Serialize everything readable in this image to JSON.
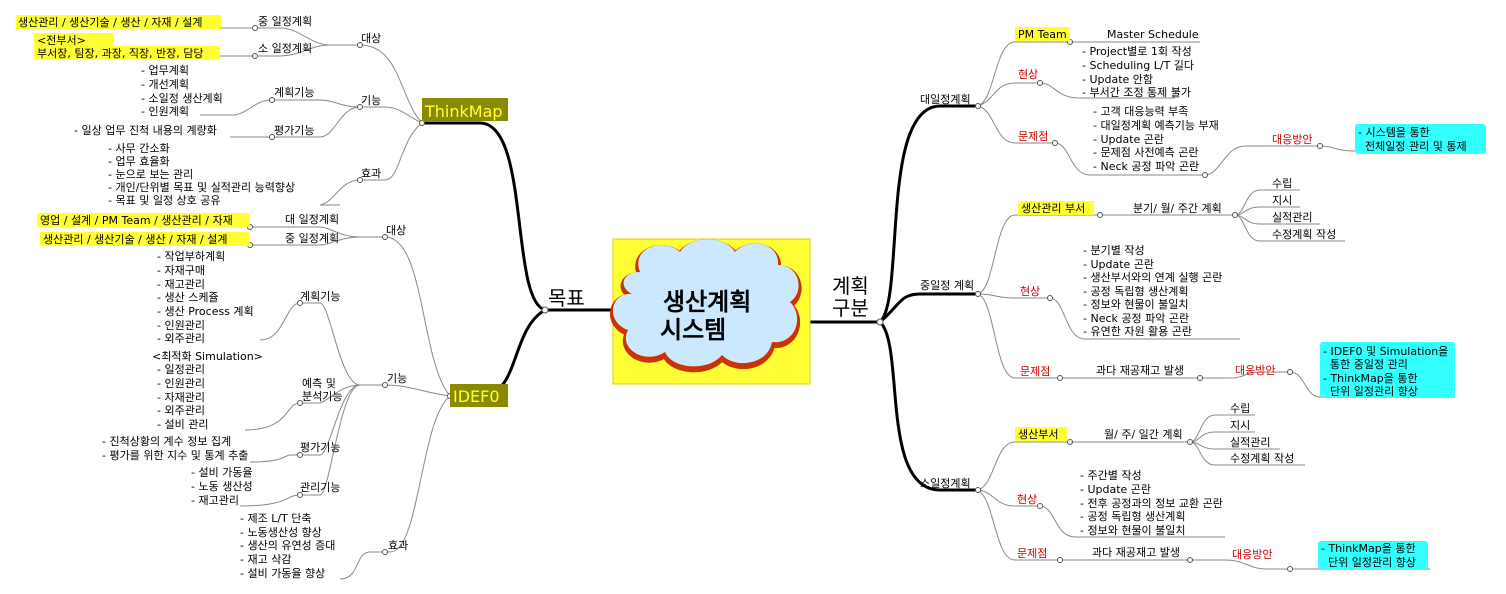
{
  "center": {
    "line1": "생산계획",
    "line2": "시스템"
  },
  "left": {
    "label": "목표",
    "thinkmap": {
      "title": "ThinkMap",
      "target": {
        "label": "대상",
        "mid": {
          "name": "중 일정계획",
          "text": "생산관리 / 생산기술 / 생산 / 자재 / 설계"
        },
        "small": {
          "name": "소 일정계획",
          "text1": "<전부서>",
          "text2": "부서장, 팀장, 과장, 직장, 반장, 담당"
        }
      },
      "function": {
        "label": "기능",
        "plan": {
          "name": "계획기능",
          "items": [
            "- 업무계획",
            "- 개선계획",
            "- 소일정 생산계획",
            "- 인원계획"
          ]
        },
        "eval": {
          "name": "평가기능",
          "text": "- 일상 업무 진척 내용의 계량화"
        }
      },
      "effect": {
        "label": "효과",
        "items": [
          "- 사무 간소화",
          "- 업무 효율화",
          "- 눈으로 보는 관리",
          "- 개인/단위별 목표 및 실적관리  능력향상",
          "- 목표 및 일정 상호 공유"
        ]
      }
    },
    "idef0": {
      "title": "IDEF0",
      "target": {
        "label": "대상",
        "big": {
          "name": "대 일정계획",
          "text": "영업 / 설계 / PM Team / 생산관리 / 자재"
        },
        "mid": {
          "name": "중 일정계획",
          "text": "생산관리 / 생산기술 / 생산 / 자재 / 설계"
        }
      },
      "function": {
        "label": "기능",
        "plan": {
          "name": "계획기능",
          "items": [
            "- 작업부하계획",
            "- 자재구매",
            "- 재고관리",
            "- 생산 스케쥴",
            "- 생산 Process 계획",
            "- 인원관리",
            "- 외주관리"
          ]
        },
        "predict": {
          "name1": "예측 및",
          "name2": "분석기능",
          "header": "<최적화 Simulation>",
          "items": [
            "- 일정관리",
            "- 인원관리",
            "- 자재관리",
            "- 외주관리",
            "- 설비 관리"
          ]
        },
        "eval": {
          "name": "평가기능",
          "items": [
            "- 진척상황의 계수 정보 집계",
            "- 평가를 위한 지수 및 통계 추출"
          ]
        },
        "manage": {
          "name": "관리기능",
          "items": [
            "- 설비 가동율",
            "- 노동 생산성",
            "- 재고관리"
          ]
        }
      },
      "effect": {
        "label": "효과",
        "items": [
          "- 제조 L/T 단축",
          "- 노동생산성 향상",
          "- 생산의 유연성 증대",
          "- 재고 삭감",
          "- 설비 가동율 향상"
        ]
      }
    }
  },
  "right": {
    "label1": "계획",
    "label2": "구분",
    "big": {
      "name": "대일정계획",
      "pm": {
        "label": "PM Team",
        "text": "Master Schedule"
      },
      "status": {
        "label": "현상",
        "items": [
          "- Project별로 1회 작성",
          "- Scheduling L/T 길다",
          "- Update 안함",
          "- 부서간 조정 통제 불가"
        ]
      },
      "problem": {
        "label": "문제점",
        "items": [
          "- 고객 대응능력 부족",
          "- 대일정계획 예측기능 부재",
          "- Update 곤란",
          "- 문제점 사전예측 곤란",
          "- Neck 공정 파악 곤란"
        ]
      },
      "response": {
        "label": "대응방안",
        "text1": "- 시스템을 통한",
        "text2": "  전체일정 관리 및 통제"
      }
    },
    "mid": {
      "name": "중일정 계획",
      "dept": {
        "label": "생산관리 부서",
        "text": "분기/ 월/ 주간 계획",
        "leaves": [
          "수립",
          "지시",
          "실적관리",
          "수정계획 작성"
        ]
      },
      "status": {
        "label": "현상",
        "items": [
          "- 분기별 작성",
          "- Update 곤란",
          "- 생산부서와의 연계 실행 곤란",
          "- 공정 독립형 생산계획",
          "- 정보와 현물이 불일치",
          "- Neck 공정 파악 곤란",
          "- 유연한 자원 활용 곤란"
        ]
      },
      "problem": {
        "label": "문제점",
        "text": "과다 재공재고 발생"
      },
      "response": {
        "label": "대응방안",
        "items": [
          "- IDEF0 및 Simulation을",
          "  통한 중일정 관리",
          "- ThinkMap을 통한",
          "  단위 일정관리 향상"
        ]
      }
    },
    "small": {
      "name": "소일정계획",
      "dept": {
        "label": "생산부서",
        "text": "월/ 주/ 일간 계획",
        "leaves": [
          "수립",
          "지시",
          "실적관리",
          "수정계획 작성"
        ]
      },
      "status": {
        "label": "현상",
        "items": [
          "- 주간별 작성",
          "- Update 곤란",
          "- 전후 공정과의 정보 교환 곤란",
          "- 공정 독립형 생산계획",
          "- 정보와 현물이 불일치"
        ]
      },
      "problem": {
        "label": "문제점",
        "text": "과다 재공재고 발생"
      },
      "response": {
        "label": "대응방안",
        "items": [
          "- ThinkMap을 통한",
          "  단위 일정관리 향상"
        ]
      }
    }
  },
  "colors": {
    "highlight": "#ffff33",
    "cyan": "#33ffff",
    "thinkmap": "#8a8a00",
    "idef0": "#8a8a00",
    "cloud_outer": "#cc3300",
    "cloud_inner": "#cce8ff",
    "red": "#cc0000"
  }
}
